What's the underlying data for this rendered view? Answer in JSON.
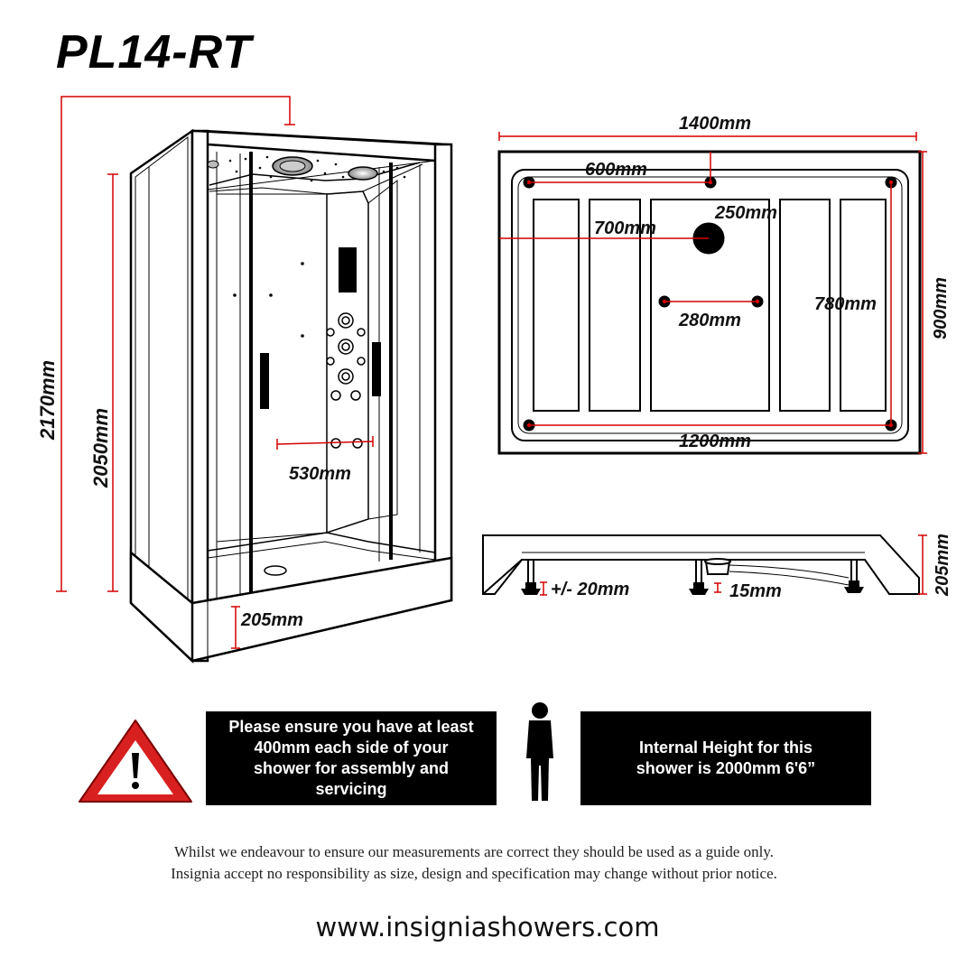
{
  "model": "PL14-RT",
  "colors": {
    "dimension_line": "#d40000",
    "line": "#000000",
    "warning_red": "#d92020"
  },
  "dimensions": {
    "overall_height": "2170mm",
    "cabin_height": "2050mm",
    "seat_width": "530mm",
    "tray_height_front": "205mm",
    "tray_length": "1400mm",
    "tray_depth": "900mm",
    "waste_offset_x": "600mm",
    "waste_offset_y": "700mm",
    "waste_diameter": "250mm",
    "center_feet_spacing": "280mm",
    "feet_spacing_length": "1200mm",
    "feet_spacing_depth": "780mm",
    "tray_height_side": "205mm",
    "foot_adjust": "+/- 20mm",
    "waste_clearance": "15mm"
  },
  "notices": {
    "assembly_lines": [
      "Please ensure you have at least",
      "400mm each side of your",
      "shower for assembly and",
      "servicing"
    ],
    "height_lines": [
      "Internal Height for this",
      "shower is 2000mm 6'6”"
    ]
  },
  "icons": {
    "warning": "warning-triangle-icon",
    "person": "person-silhouette-icon"
  },
  "disclaimer": {
    "line1": "Whilst we endeavour to ensure our measurements are correct they should be used as a guide only.",
    "line2": "Insignia accept no responsibility as size, design and specification may change without prior notice."
  },
  "website": "www.insigniashowers.com"
}
